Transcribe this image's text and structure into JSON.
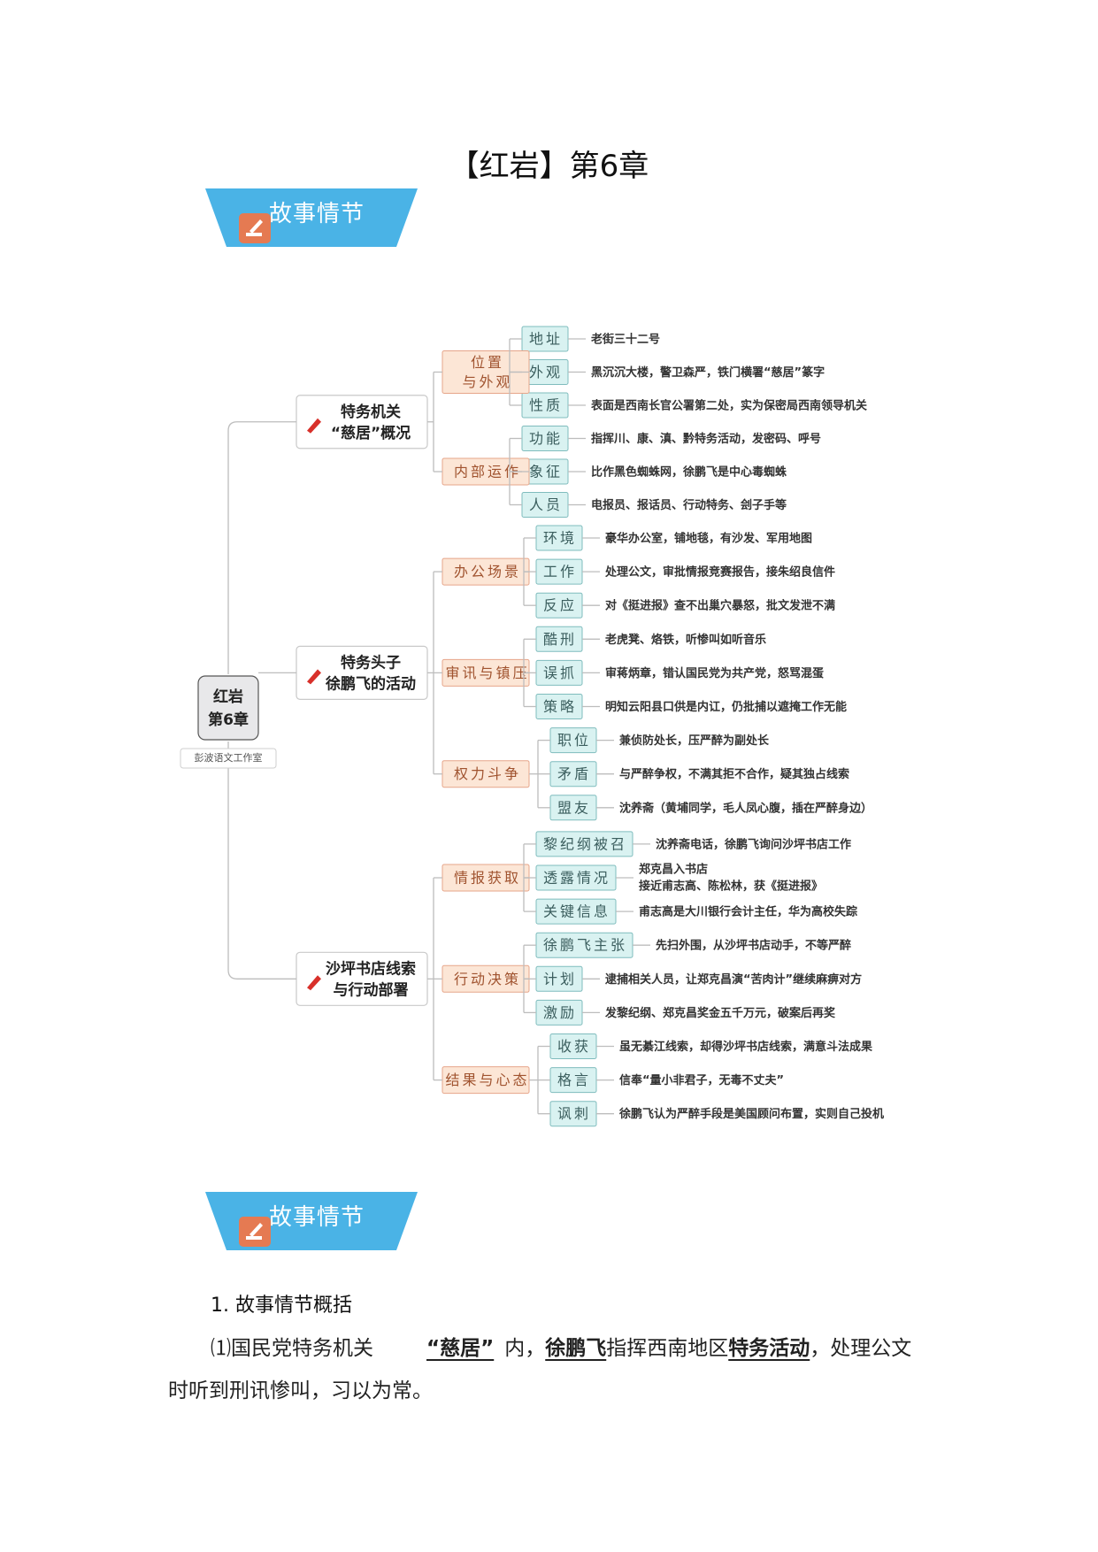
{
  "title": "【红岩】第6章",
  "banners": [
    "故事情节",
    "故事情节"
  ],
  "mindmap": {
    "root": {
      "lines": [
        "红岩",
        "第6章"
      ],
      "studio": "彭波语文工作室"
    },
    "branches": [
      {
        "lines": [
          "特务机关",
          "“慈居”概况"
        ],
        "subs": [
          {
            "lines": [
              "位置",
              "与外观"
            ],
            "leaves": [
              {
                "label": "地址",
                "desc": [
                  "老街三十二号"
                ]
              },
              {
                "label": "外观",
                "desc": [
                  "黑沉沉大楼，警卫森严，铁门横署“慈居”篆字"
                ]
              },
              {
                "label": "性质",
                "desc": [
                  "表面是西南长官公署第二处，实为保密局西南领导机关"
                ]
              }
            ]
          },
          {
            "lines": [
              "内部运作"
            ],
            "leaves": [
              {
                "label": "功能",
                "desc": [
                  "指挥川、康、滇、黔特务活动，发密码、呼号"
                ]
              },
              {
                "label": "象征",
                "desc": [
                  "比作黑色蜘蛛网，徐鹏飞是中心毒蜘蛛"
                ]
              },
              {
                "label": "人员",
                "desc": [
                  "电报员、报话员、行动特务、刽子手等"
                ]
              }
            ]
          }
        ]
      },
      {
        "lines": [
          "特务头子",
          "徐鹏飞的活动"
        ],
        "subs": [
          {
            "lines": [
              "办公场景"
            ],
            "leaves": [
              {
                "label": "环境",
                "desc": [
                  "豪华办公室，铺地毯，有沙发、军用地图"
                ]
              },
              {
                "label": "工作",
                "desc": [
                  "处理公文，审批情报竞赛报告，接朱绍良信件"
                ]
              },
              {
                "label": "反应",
                "desc": [
                  "对《挺进报》查不出巢穴暴怒，批文发泄不满"
                ]
              }
            ]
          },
          {
            "lines": [
              "审讯与镇压"
            ],
            "leaves": [
              {
                "label": "酷刑",
                "desc": [
                  "老虎凳、烙铁，听惨叫如听音乐"
                ]
              },
              {
                "label": "误抓",
                "desc": [
                  "审蒋炳章，错认国民党为共产党，怒骂混蛋"
                ]
              },
              {
                "label": "策略",
                "desc": [
                  "明知云阳县口供是内讧，仍批捕以遮掩工作无能"
                ]
              }
            ]
          },
          {
            "lines": [
              "权力斗争"
            ],
            "leaves": [
              {
                "label": "职位",
                "desc": [
                  "兼侦防处长，压严醉为副处长"
                ]
              },
              {
                "label": "矛盾",
                "desc": [
                  "与严醉争权，不满其拒不合作，疑其独占线索"
                ]
              },
              {
                "label": "盟友",
                "desc": [
                  "沈养斋（黄埔同学，毛人凤心腹，插在严醉身边）"
                ]
              }
            ]
          }
        ]
      },
      {
        "lines": [
          "沙坪书店线索",
          "与行动部署"
        ],
        "subs": [
          {
            "lines": [
              "情报获取"
            ],
            "leaves": [
              {
                "label": "黎纪纲被召",
                "desc": [
                  "沈养斋电话，徐鹏飞询问沙坪书店工作"
                ]
              },
              {
                "label": "透露情况",
                "desc": [
                  "郑克昌入书店",
                  "接近甫志高、陈松林，获《挺进报》"
                ]
              },
              {
                "label": "关键信息",
                "desc": [
                  "甫志高是大川银行会计主任，华为高校失踪"
                ]
              }
            ]
          },
          {
            "lines": [
              "行动决策"
            ],
            "leaves": [
              {
                "label": "徐鹏飞主张",
                "desc": [
                  "先扫外围，从沙坪书店动手，不等严醉"
                ]
              },
              {
                "label": "计划",
                "desc": [
                  "逮捕相关人员，让郑克昌演“苦肉计”继续麻痹对方"
                ]
              },
              {
                "label": "激励",
                "desc": [
                  "发黎纪纲、郑克昌奖金五千万元，破案后再奖"
                ]
              }
            ]
          },
          {
            "lines": [
              "结果与心态"
            ],
            "leaves": [
              {
                "label": "收获",
                "desc": [
                  "虽无綦江线索，却得沙坪书店线索，满意斗法成果"
                ]
              },
              {
                "label": "格言",
                "desc": [
                  "信奉“量小非君子，无毒不丈夫”"
                ]
              },
              {
                "label": "讽刺",
                "desc": [
                  "徐鹏飞认为严醉手段是美国顾问布置，实则自己投机"
                ]
              }
            ]
          }
        ]
      }
    ]
  },
  "section_heading": "1. 故事情节概括",
  "paragraph": {
    "p1": "⑴国民党特务机关",
    "blank1": "“慈居”",
    "p2": "内，",
    "blank2": "徐鹏飞",
    "p3": "指挥西南地区",
    "blank3": "特务活动",
    "p4": "，处理公文时听到刑讯惨叫，习以为常。"
  },
  "colors": {
    "banner": "#4ab3e6",
    "banner_icon": "#e57a52",
    "sub_fill": "#fce6d6",
    "leaf_fill": "#d9f2f1"
  }
}
